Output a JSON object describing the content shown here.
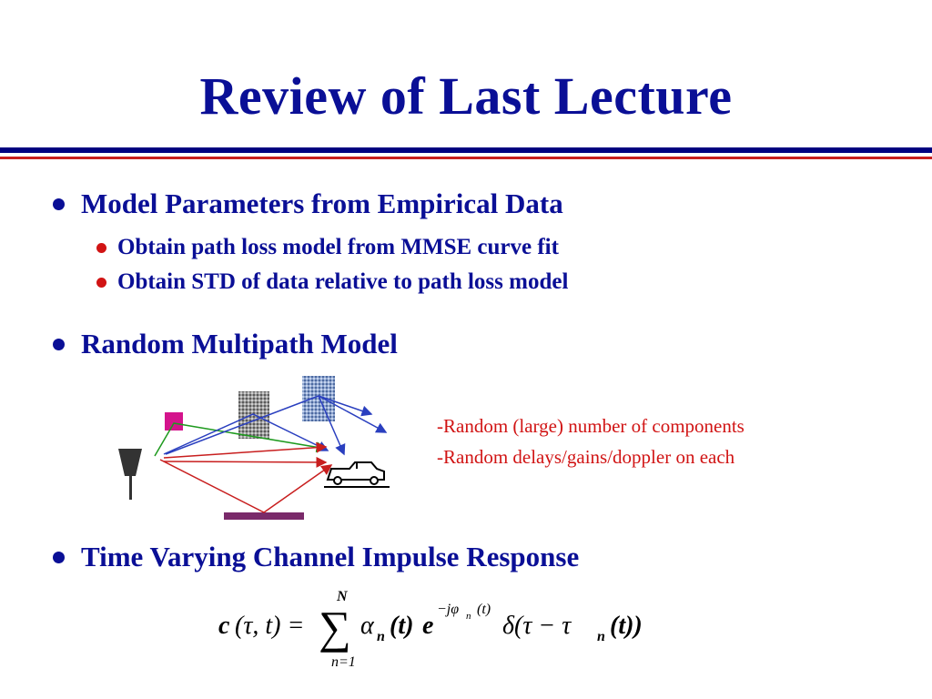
{
  "title": "Review of Last Lecture",
  "bullets": [
    {
      "text": "Model Parameters from Empirical Data",
      "sub": [
        "Obtain path loss model from MMSE curve fit",
        "Obtain STD of data relative to path loss model"
      ]
    },
    {
      "text": "Random Multipath Model"
    },
    {
      "text": "Time Varying Channel Impulse Response"
    }
  ],
  "captions": [
    "-Random (large) number of components",
    "-Random delays/gains/doppler on each"
  ],
  "equation": {
    "lhs_c": "c",
    "lhs_args": "(τ, t) =",
    "sum_upper": "N",
    "sum_lower": "n=1",
    "alpha": "α",
    "sub_n": "n",
    "t_paren": "(t)",
    "e": "e",
    "exponent": "−jφ",
    "exp_arg": "(t)",
    "delta_part": "δ(τ − τ",
    "tail": "(t))"
  },
  "colors": {
    "title": "#0a0f96",
    "rule_top": "#000080",
    "rule_bottom": "#c81e1e",
    "bullet_l2": "#d11414",
    "caption": "#d11414"
  }
}
